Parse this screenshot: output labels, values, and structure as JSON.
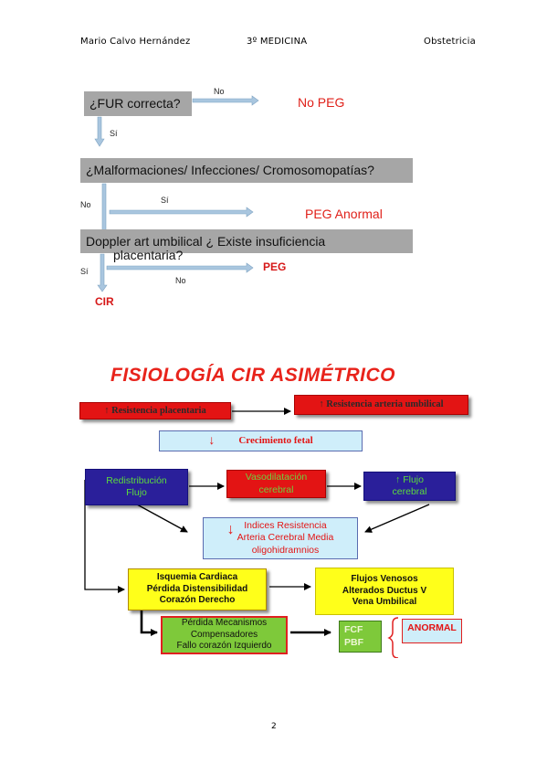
{
  "header": {
    "author": "Mario Calvo Hernández",
    "course": "3º MEDICINA",
    "subject": "Obstetricia"
  },
  "flow1": {
    "q1": "¿FUR correcta?",
    "q1_no": "No",
    "q1_no_result": "No PEG",
    "q1_yes": "Sí",
    "q2": "¿Malformaciones/ Infecciones/ Cromosomopatías?",
    "q2_no": "No",
    "q2_yes": "Sí",
    "q2_yes_result": "PEG Anormal",
    "q3_line1": "Doppler art umbilical ¿ Existe insuficiencia",
    "q3_line2": "placentaria?",
    "q3_yes": "Sí",
    "q3_no": "No",
    "q3_no_result": "PEG",
    "q3_yes_result": "CIR"
  },
  "diagram": {
    "title": "FISIOLOGÍA CIR ASIMÉTRICO",
    "resistencia_placentaria": "↑ Resistencia placentaria",
    "resistencia_arteria": "↑ Resistencia arteria umbilical",
    "crecimiento_arrow": "↓",
    "crecimiento": "Crecimiento fetal",
    "redistribucion_1": "Redistribución",
    "redistribucion_2": "Flujo",
    "vasodilatacion_1": "Vasodilatación",
    "vasodilatacion_2": "cerebral",
    "flujo_cerebral_1": "↑ Flujo",
    "flujo_cerebral_2": "cerebral",
    "indices_arrow": "↓",
    "indices_1": "Indices Resistencia",
    "indices_2": "Arteria Cerebral Media",
    "indices_3": "oligohidramnios",
    "isquemia_1": "Isquemia Cardiaca",
    "isquemia_2": "Pérdida Distensibilidad",
    "isquemia_3": "Corazón Derecho",
    "flujos_1": "Flujos Venosos",
    "flujos_2": "Alterados Ductus V",
    "flujos_3": "Vena Umbilical",
    "perdida_1": "Pérdida Mecanismos",
    "perdida_2": "Compensadores",
    "perdida_3": "Fallo corazón Izquierdo",
    "fcf": "FCF",
    "pbf": "PBF",
    "anormal": "ANORMAL"
  },
  "footer": {
    "page": "2"
  },
  "colors": {
    "gray_box": "#a6a6a6",
    "arrow_blue": "#a9c6df",
    "red_text": "#e0211a",
    "red_box": "#e31414",
    "navy_box": "#2a1f9a",
    "cyan_box": "#cfeefa",
    "yellow_box": "#ffff1a",
    "green_box": "#7ec93a"
  }
}
